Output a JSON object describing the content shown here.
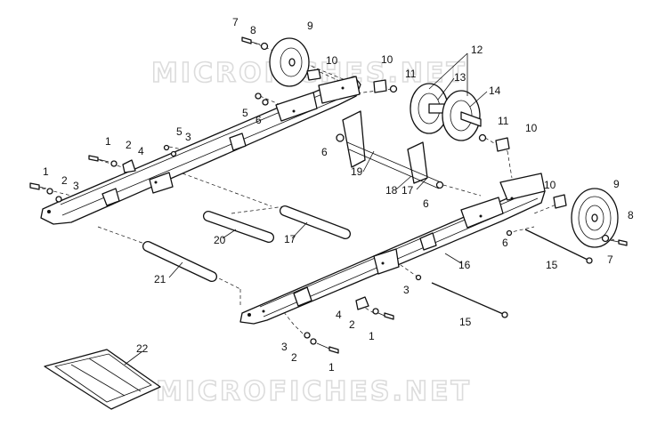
{
  "watermarks": [
    "MICROFICHES.NET",
    "MICROFICHES.NET"
  ],
  "callouts": [
    "1",
    "2",
    "3",
    "4",
    "5",
    "6",
    "7",
    "8",
    "9",
    "10",
    "11",
    "12",
    "13",
    "14",
    "15",
    "16",
    "17",
    "18",
    "19",
    "20",
    "21",
    "22"
  ]
}
